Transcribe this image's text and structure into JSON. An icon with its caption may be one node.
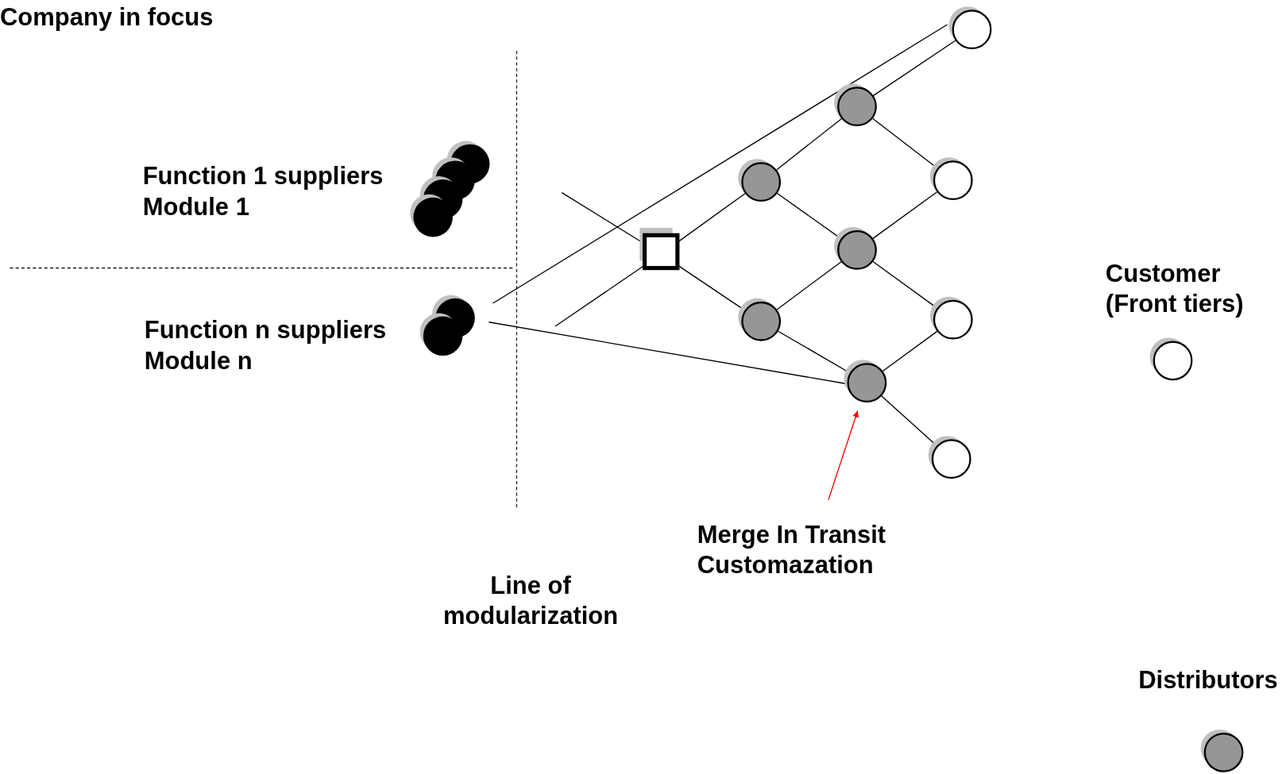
{
  "diagram": {
    "nodes": [
      {
        "text": [],
        "shape": "circle",
        "beside": [
          "Function 1 suppliers",
          "Module 1"
        ]
      },
      {
        "text": [],
        "shape": "circle",
        "beside": [
          "Function n suppliers",
          "Module n"
        ]
      },
      {
        "text": [],
        "shape": "box"
      },
      {
        "text": [],
        "shape": "circle"
      },
      {
        "text": [],
        "shape": "circle"
      },
      {
        "text": [],
        "shape": "circle"
      },
      {
        "text": [],
        "shape": "circle"
      },
      {
        "text": [],
        "shape": "circle"
      },
      {
        "text": [],
        "shape": "circle"
      },
      {
        "text": [],
        "shape": "circle"
      },
      {
        "text": [],
        "shape": "circle"
      },
      {
        "text": [],
        "shape": "circle"
      },
      {
        "text": [
          "Merge In Transit Customazation"
        ]
      }
    ],
    "edges": [
      {
        "from": null,
        "to": 2,
        "arrow": "none"
      },
      {
        "from": null,
        "to": 2,
        "arrow": "none"
      },
      {
        "from": 1,
        "to": 8,
        "arrow": "none"
      },
      {
        "from": 1,
        "to": 7,
        "arrow": "none"
      },
      {
        "from": 2,
        "to": 4,
        "arrow": "none"
      },
      {
        "from": 2,
        "to": 5,
        "arrow": "none"
      },
      {
        "from": 4,
        "to": 3,
        "arrow": "none"
      },
      {
        "from": 3,
        "to": 8,
        "arrow": "none"
      },
      {
        "from": 3,
        "to": 9,
        "arrow": "none"
      },
      {
        "from": 4,
        "to": 6,
        "arrow": "none"
      },
      {
        "from": 9,
        "to": 6,
        "arrow": "none"
      },
      {
        "from": 6,
        "to": 10,
        "arrow": "none"
      },
      {
        "from": 5,
        "to": 6,
        "arrow": "none"
      },
      {
        "from": 5,
        "to": 7,
        "arrow": "none"
      },
      {
        "from": 10,
        "to": 7,
        "arrow": "none"
      },
      {
        "from": 7,
        "to": 11,
        "arrow": "none"
      },
      {
        "from": 12,
        "to": 7,
        "arrow": "to",
        "color": "#ff0000"
      }
    ],
    "labels": [
      "Company in focus",
      "Line of modularization"
    ],
    "legend": [
      {
        "text": "Customer (Front tiers)"
      },
      {
        "text": "Distributors"
      }
    ]
  }
}
